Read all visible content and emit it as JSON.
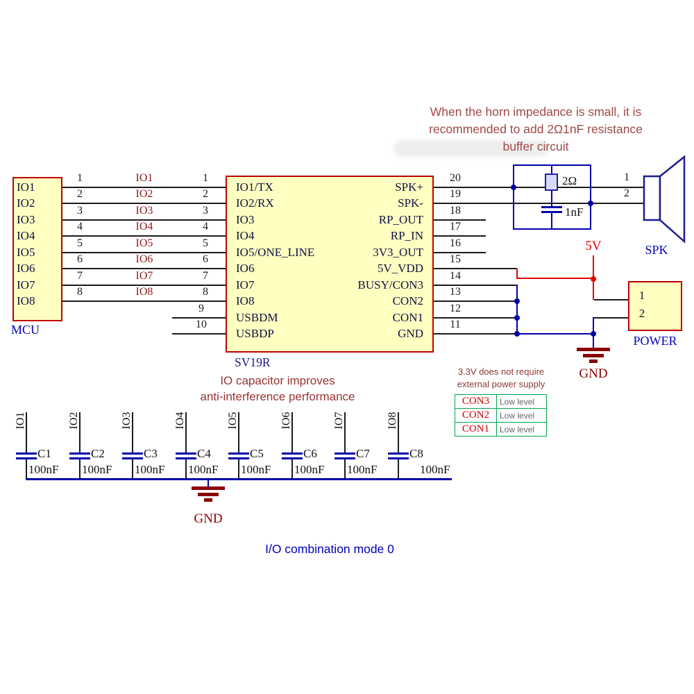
{
  "colors": {
    "block_fill": "#FFFFC2",
    "block_border": "#C00000",
    "wire_black": "#1B1B1B",
    "wire_blue": "#0000A8",
    "wire_red": "#E00000",
    "gnd_red": "#8B0000",
    "label_navy": "#0000BB",
    "net_label_red": "#8B1A1A",
    "annotation_red": "#A04848",
    "table_green": "#00A550",
    "con_red": "#D00000",
    "level_gray": "#666666"
  },
  "title": {
    "line1": "When the horn impedance is small, it is",
    "line2": "recommended to add 2Ω1nF resistance",
    "line3": "buffer circuit"
  },
  "mcu": {
    "label": "MCU",
    "pins": [
      "IO1",
      "IO2",
      "IO3",
      "IO4",
      "IO5",
      "IO6",
      "IO7",
      "IO8"
    ]
  },
  "bus": {
    "nets": [
      "IO1",
      "IO2",
      "IO3",
      "IO4",
      "IO5",
      "IO6",
      "IO7",
      "IO8"
    ],
    "mcu_pin_numbers": [
      "1",
      "2",
      "3",
      "4",
      "5",
      "6",
      "7",
      "8"
    ]
  },
  "ic": {
    "label": "SV19R",
    "left_names": [
      "IO1/TX",
      "IO2/RX",
      "IO3",
      "IO4",
      "IO5/ONE_LINE",
      "IO6",
      "IO7",
      "IO8",
      "USBDM",
      "USBDP"
    ],
    "left_numbers": [
      "1",
      "2",
      "3",
      "4",
      "5",
      "6",
      "7",
      "8",
      "9",
      "10"
    ],
    "right_names": [
      "SPK+",
      "SPK-",
      "RP_OUT",
      "RP_IN",
      "3V3_OUT",
      "5V_VDD",
      "BUSY/CON3",
      "CON2",
      "CON1",
      "GND"
    ],
    "right_numbers": [
      "20",
      "19",
      "18",
      "17",
      "16",
      "15",
      "14",
      "13",
      "12",
      "11"
    ]
  },
  "snubber": {
    "resistor_value": "2Ω",
    "capacitor_value": "1nF"
  },
  "speaker": {
    "label": "SPK",
    "pin1": "1",
    "pin2": "2"
  },
  "power_rail": {
    "label": "5V"
  },
  "power": {
    "label": "POWER",
    "pin1": "1",
    "pin2": "2"
  },
  "gnd_right": {
    "label": "GND"
  },
  "power_note": {
    "line1": "3.3V does not require",
    "line2": "external power supply"
  },
  "con_table": {
    "rows": [
      [
        "CON3",
        "Low level"
      ],
      [
        "CON2",
        "Low level"
      ],
      [
        "CON1",
        "Low level"
      ]
    ]
  },
  "cap_note": {
    "line1": "IO capacitor improves",
    "line2": "anti-interference performance"
  },
  "cap_bank": {
    "ios": [
      "IO1",
      "IO2",
      "IO3",
      "IO4",
      "IO5",
      "IO6",
      "IO7",
      "IO8"
    ],
    "names": [
      "C1",
      "C2",
      "C3",
      "C4",
      "C5",
      "C6",
      "C7",
      "C8"
    ],
    "values": [
      "100nF",
      "100nF",
      "100nF",
      "100nF",
      "100nF",
      "100nF",
      "100nF",
      "100nF"
    ],
    "gnd_label": "GND"
  },
  "footer": {
    "text": "I/O combination mode 0"
  }
}
